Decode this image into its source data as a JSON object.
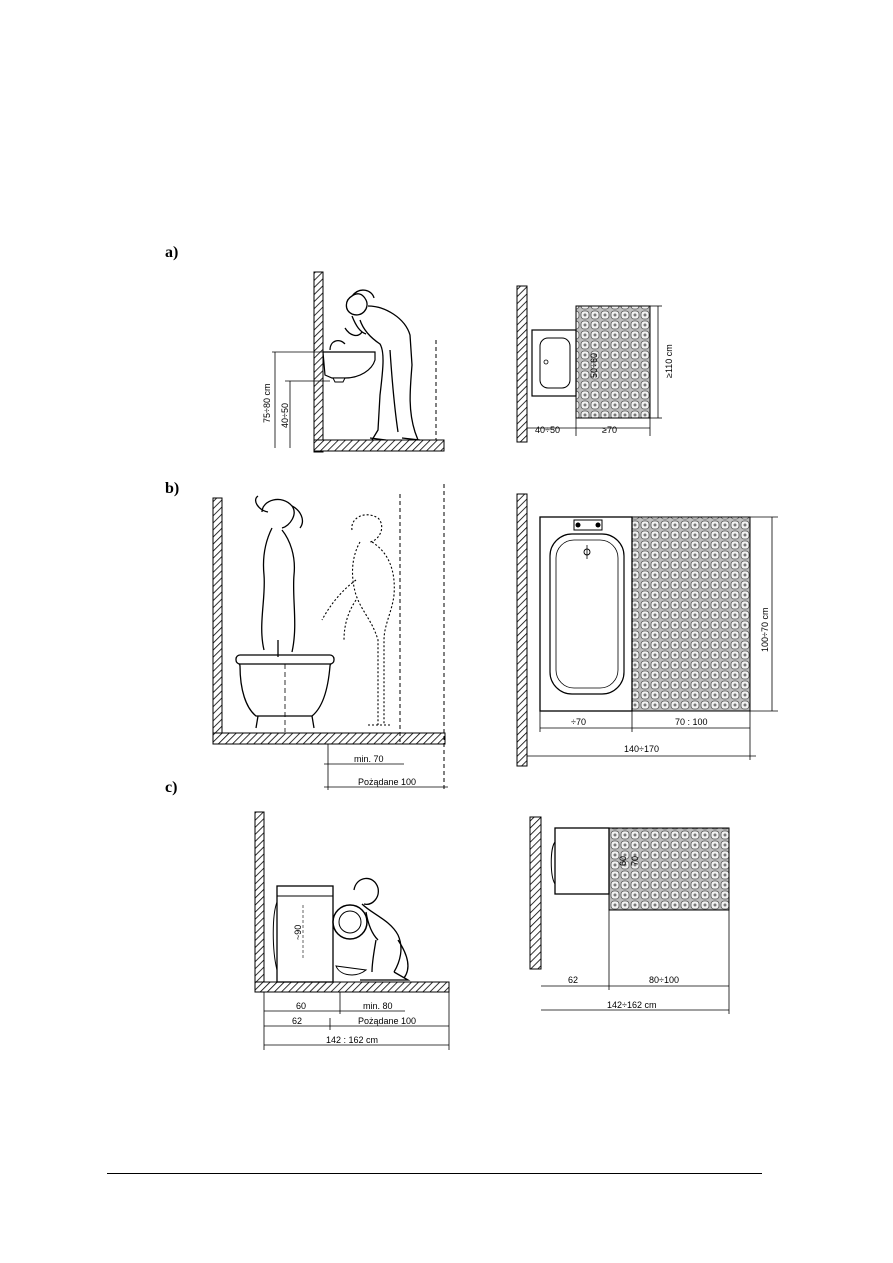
{
  "sections": {
    "a": {
      "label": "a)",
      "elevation": {
        "h1": "75÷80 cm",
        "h2": "40÷50"
      },
      "plan": {
        "w1": "40÷50",
        "w2": "≥70",
        "d1": "50÷60",
        "d2": "≥110 cm"
      }
    },
    "b": {
      "label": "b)",
      "elevation": {
        "w1": "min. 70",
        "w2": "Pożądane 100"
      },
      "plan": {
        "w1": "÷70",
        "w2": "70 : 100",
        "w3": "140÷170",
        "d1": "100÷70 cm"
      }
    },
    "c": {
      "label": "c)",
      "elevation": {
        "h1": "~90",
        "w1": "60",
        "w2": "min. 80",
        "w3": "62",
        "w4": "Pożądane 100",
        "w5": "142 : 162 cm"
      },
      "plan": {
        "d1": "60",
        "d2": "70",
        "w1": "62",
        "w2": "80÷100",
        "w3": "142÷162 cm"
      }
    }
  }
}
